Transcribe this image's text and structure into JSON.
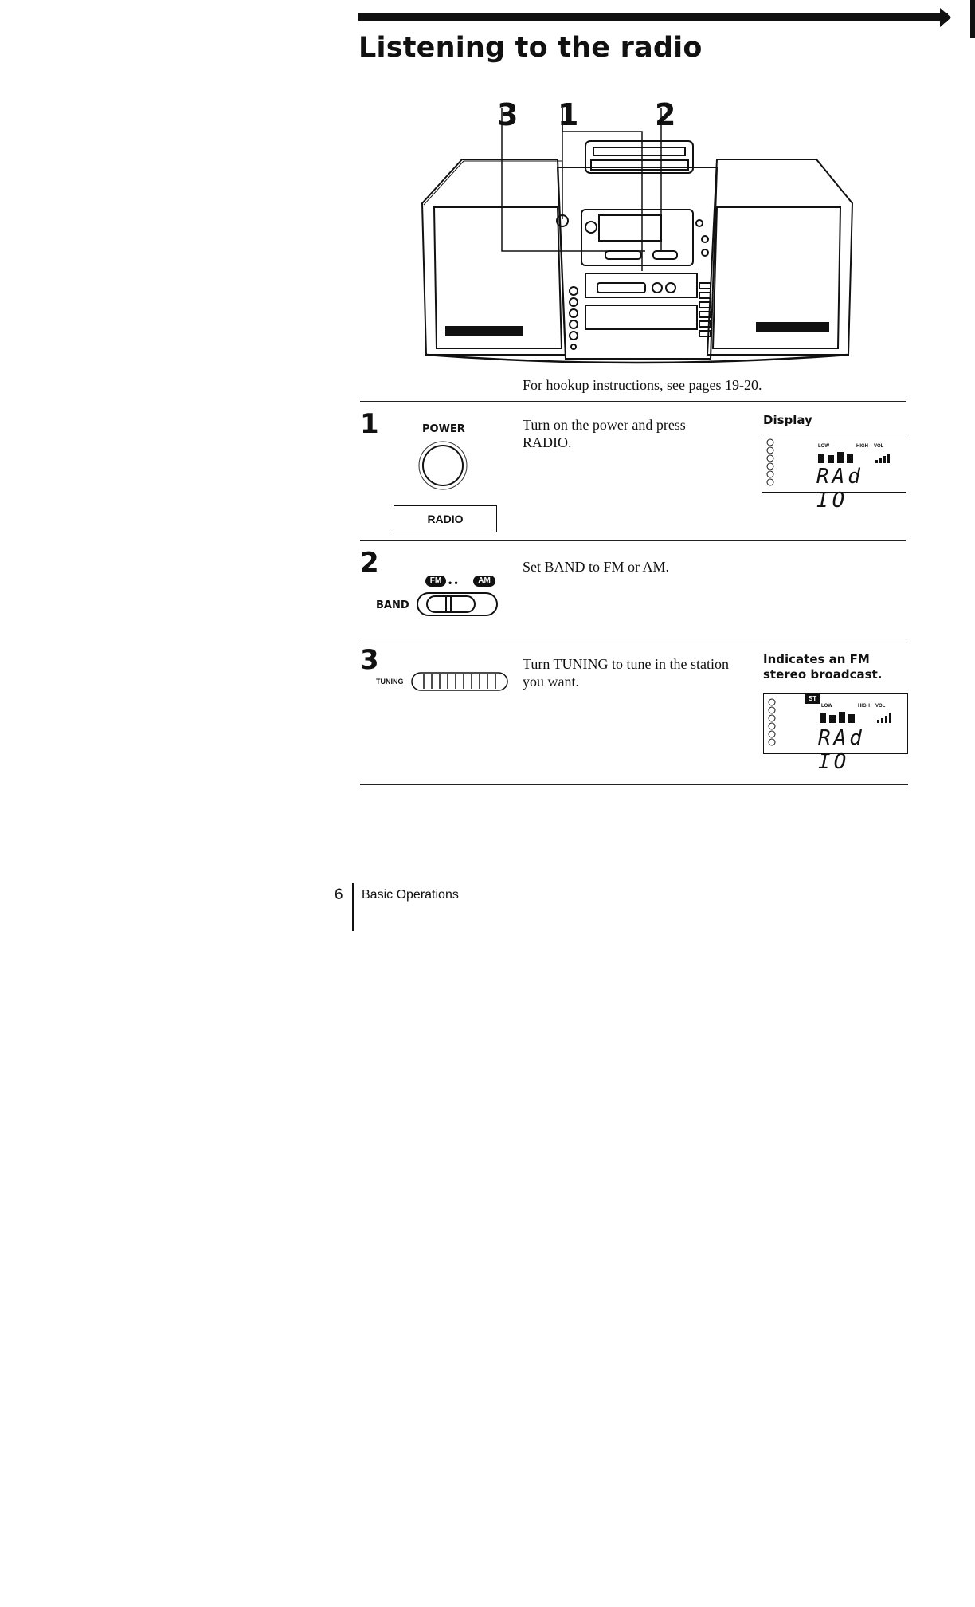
{
  "page": {
    "title": "Listening to the radio",
    "callouts": [
      "3",
      "1",
      "2"
    ],
    "hookup_note": "For hookup instructions, see pages 19-20."
  },
  "steps": [
    {
      "number": "1",
      "control_label": "POWER",
      "button_label": "RADIO",
      "description": "Turn on the power and press RADIO.",
      "caption": "Display",
      "display_text": "RAd IO"
    },
    {
      "number": "2",
      "control_label": "BAND",
      "fm_label": "FM",
      "am_label": "AM",
      "description": "Set BAND to FM or AM."
    },
    {
      "number": "3",
      "control_label": "TUNING",
      "description": "Turn TUNING to tune in the station you want.",
      "caption": "Indicates an FM stereo broadcast.",
      "display_text": "RAd IO",
      "indicator": "ST"
    }
  ],
  "display_labels": {
    "low": "LOW",
    "high": "HIGH",
    "vol": "VOL"
  },
  "footer": {
    "page_number": "6",
    "section": "Basic Operations"
  }
}
